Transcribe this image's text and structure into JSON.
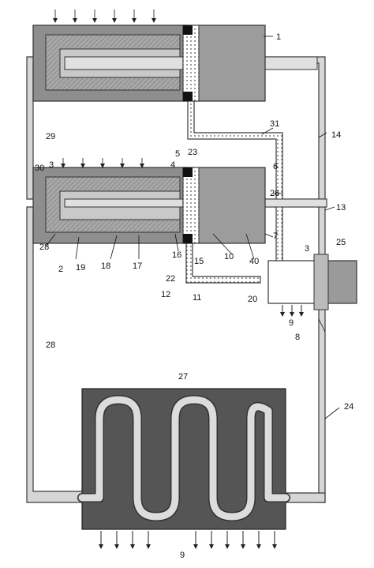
{
  "colors": {
    "pipe": "#cfcfcf",
    "pipe_outline": "#3a3a3a",
    "housing": "#9a9a9a",
    "housing_dark": "#6a6a6a",
    "hatch": "#b5b5b5",
    "radiator": "#555555",
    "line": "#111111"
  },
  "labels": {
    "l1": "1",
    "l2": "2",
    "l3a": "3",
    "l3b": "3",
    "l4": "4",
    "l5": "5",
    "l6": "6",
    "l7": "7",
    "l8": "8",
    "l9a": "9",
    "l9b": "9",
    "l10": "10",
    "l11": "11",
    "l12": "12",
    "l13": "13",
    "l14": "14",
    "l15": "15",
    "l16": "16",
    "l17": "17",
    "l18": "18",
    "l19": "19",
    "l20": "20",
    "l22": "22",
    "l23": "23",
    "l24": "24",
    "l25": "25",
    "l26": "26",
    "l27": "27",
    "l28a": "28",
    "l28b": "28",
    "l29": "29",
    "l30": "30",
    "l31": "31",
    "l40": "40"
  }
}
